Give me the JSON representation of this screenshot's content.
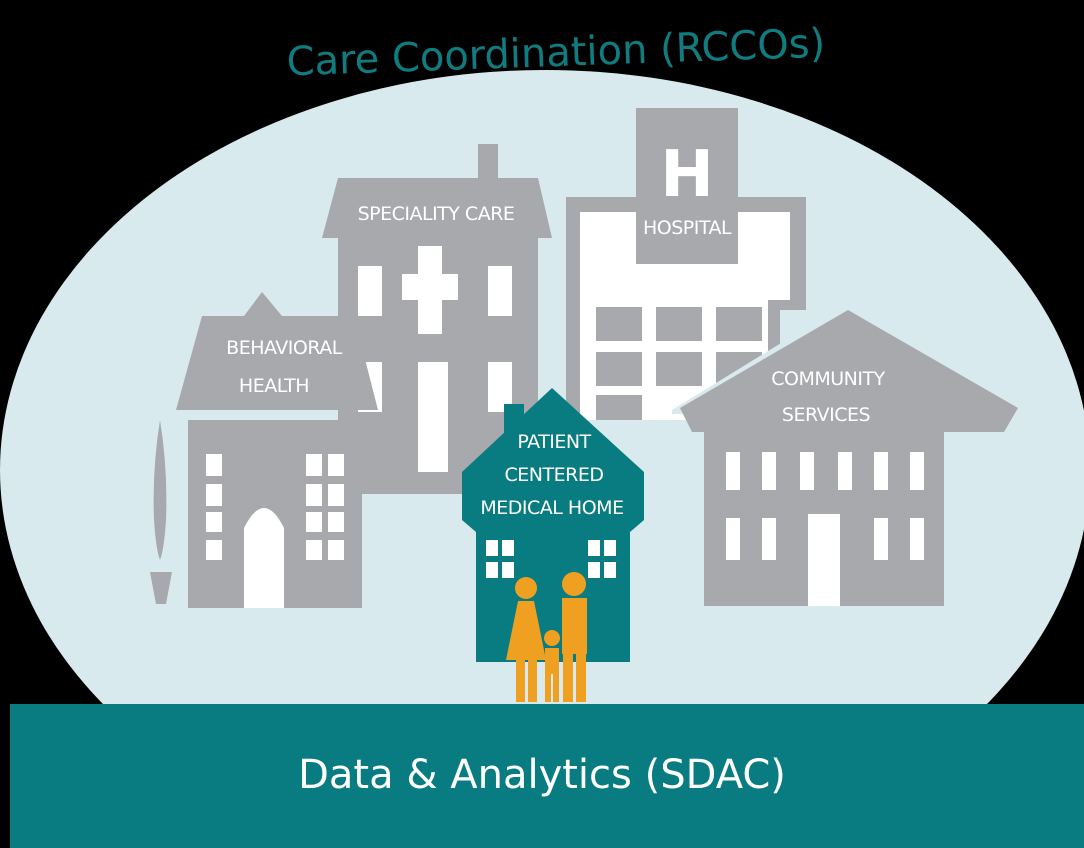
{
  "title": "Care Coordination (RCCOs)",
  "footer": "Data & Analytics (SDAC)",
  "hospital_sign": "H",
  "buildings": {
    "specialty": [
      "SPECIALITY CARE"
    ],
    "hospital": [
      "HOSPITAL"
    ],
    "behavioral": [
      "BEHAVIORAL",
      "HEALTH"
    ],
    "community": [
      "COMMUNITY",
      "SERVICES"
    ],
    "medical_home": [
      "PATIENT",
      "CENTERED",
      "MEDICAL HOME"
    ]
  },
  "colors": {
    "background": "#000000",
    "dome": "#d9eaee",
    "building": "#a7a9ac",
    "teal": "#087c80",
    "title": "#0f7c80",
    "family": "#f0a020",
    "window": "#ffffff"
  }
}
